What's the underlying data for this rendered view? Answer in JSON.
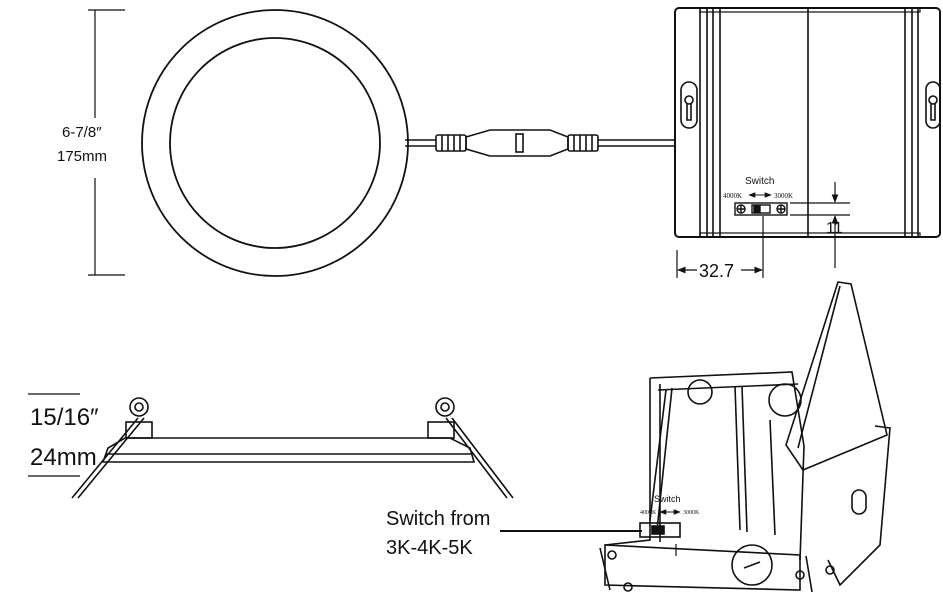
{
  "diameter": {
    "fraction": "6-7/8″",
    "metric": "175mm"
  },
  "height": {
    "fraction": "15/16″",
    "metric": "24mm"
  },
  "junction_box": {
    "switch_title": "Switch",
    "switch_left": "4000K",
    "switch_right": "3000K",
    "dim_offset": "32.7",
    "dim_height": "11"
  },
  "iso_box": {
    "switch_title": "Switch",
    "switch_left": "4000K",
    "switch_right": "3000K"
  },
  "callout": {
    "line1": "Switch from",
    "line2": "3K-4K-5K"
  }
}
